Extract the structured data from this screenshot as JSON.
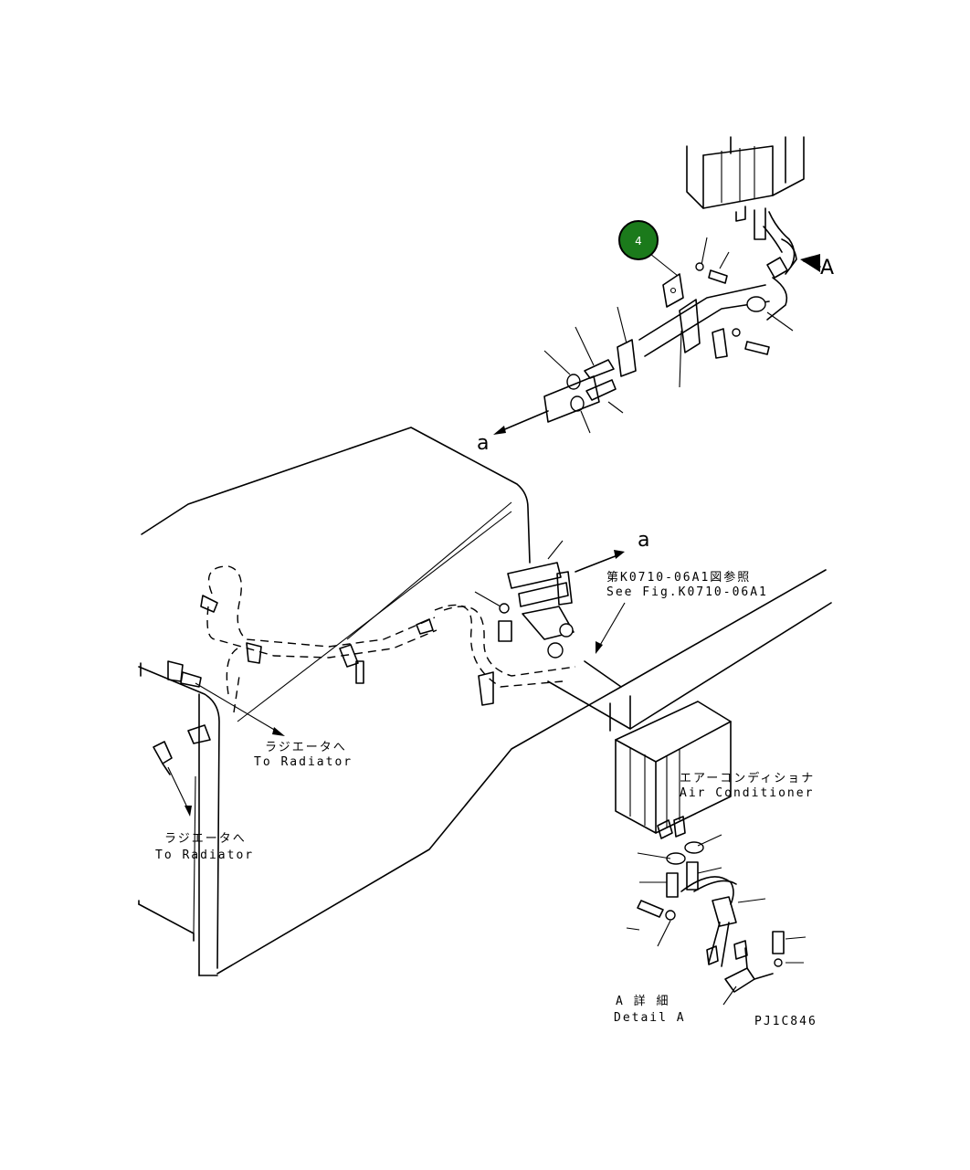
{
  "callout": {
    "number": "4",
    "color": "#1b7a1b",
    "ring_color": "#000000"
  },
  "labels": {
    "view_letter_A": "A",
    "ref_letter_a_top": "a",
    "ref_letter_a_mid": "a",
    "fig_ref_jp": "第K0710-06A1図参照",
    "fig_ref_en": "See Fig.K0710-06A1",
    "radiator_jp_1": "ラジエータへ",
    "radiator_en_1": "To Radiator",
    "radiator_jp_2": "ラジエータへ",
    "radiator_en_2": "To Radiator",
    "aircon_jp": "エアーコンディショナ",
    "aircon_en": "Air Conditioner",
    "detail_jp": "A 詳 細",
    "detail_en": "Detail A",
    "drawing_id": "PJ1C846"
  }
}
